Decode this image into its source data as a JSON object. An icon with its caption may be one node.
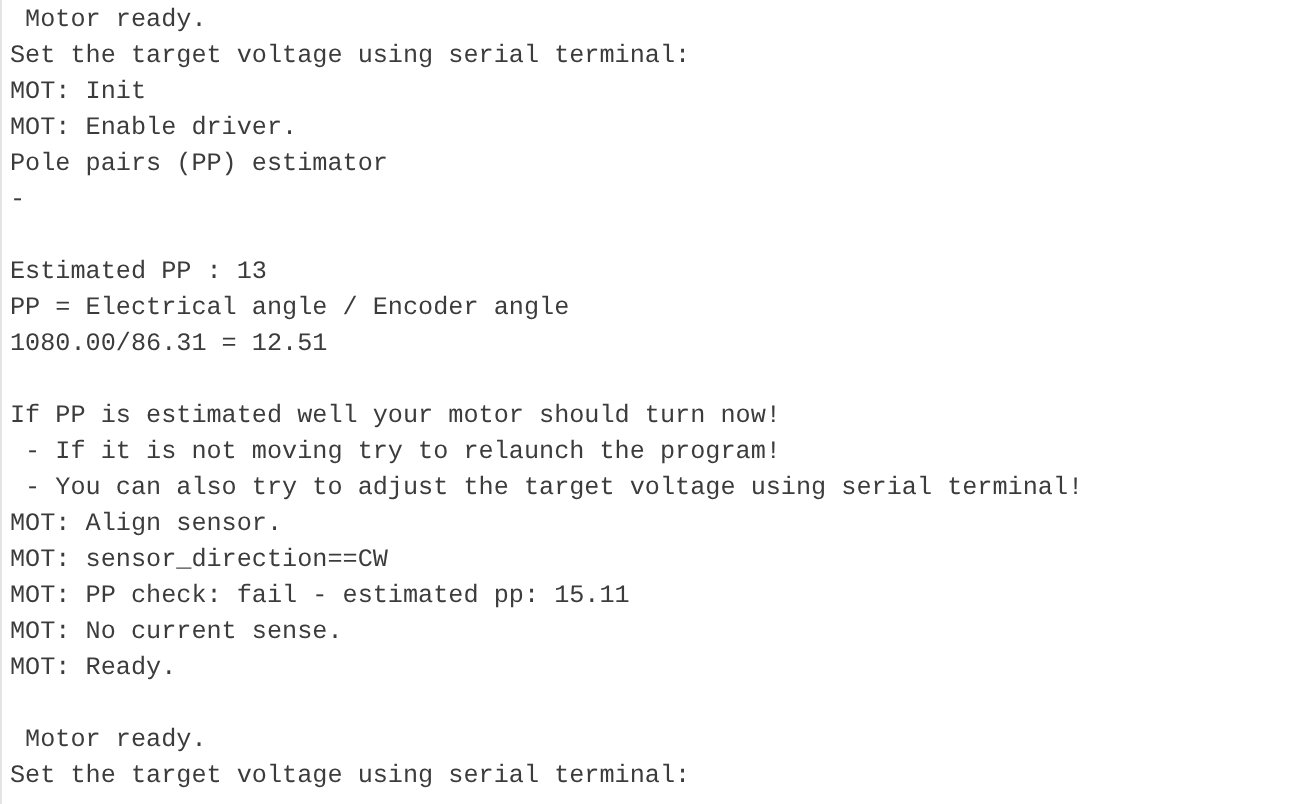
{
  "diagram": {
    "labels": [
      " Motor ready.",
      "Set the target voltage using serial terminal:",
      "MOT: Init",
      "MOT: Enable driver.",
      "Pole pairs (PP) estimator",
      "-",
      "Estimated PP : 13",
      "PP = Electrical angle / Encoder angle",
      "1080.00/86.31 = 12.51",
      "If PP is estimated well your motor should turn now!",
      " - If it is not moving try to relaunch the program!",
      " - You can also try to adjust the target voltage using serial terminal!",
      "MOT: Align sensor.",
      "MOT: sensor_direction==CW",
      "MOT: PP check: fail - estimated pp: 15.11",
      "MOT: No current sense.",
      "MOT: Ready.",
      " Motor ready.",
      "Set the target voltage using serial terminal:"
    ]
  }
}
